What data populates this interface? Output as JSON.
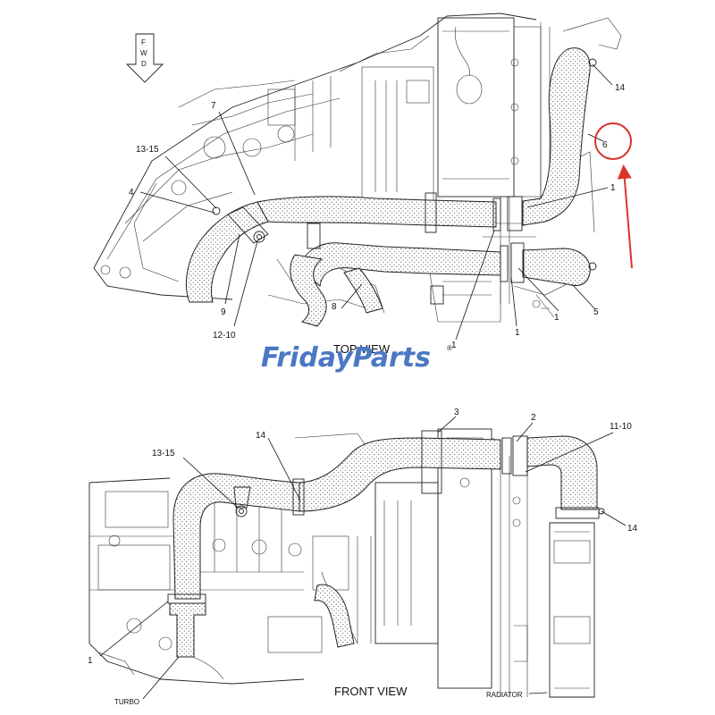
{
  "watermark": {
    "text": "FridayParts",
    "mark": "®",
    "color": "#4a78c4"
  },
  "fwd_arrow": {
    "letters": [
      "F",
      "W",
      "D"
    ]
  },
  "top_view": {
    "title": "TOP VIEW",
    "callouts": {
      "c14": "14",
      "c6": "6",
      "c7": "7",
      "c1315": "13-15",
      "c4": "4",
      "c1a": "1",
      "c9": "9",
      "c1210": "12-10",
      "c8": "8",
      "c1b": "1",
      "c1c": "1",
      "c1d": "1",
      "c5": "5"
    },
    "highlight": {
      "callout": "6",
      "color": "#d9332b"
    }
  },
  "front_view": {
    "title": "FRONT VIEW",
    "callouts": {
      "c3": "3",
      "c2": "2",
      "c1110": "11-10",
      "c14a": "14",
      "c1315": "13-15",
      "c14b": "14",
      "c1": "1"
    },
    "turbo": "TURBO",
    "radiator": "RADIATOR"
  }
}
